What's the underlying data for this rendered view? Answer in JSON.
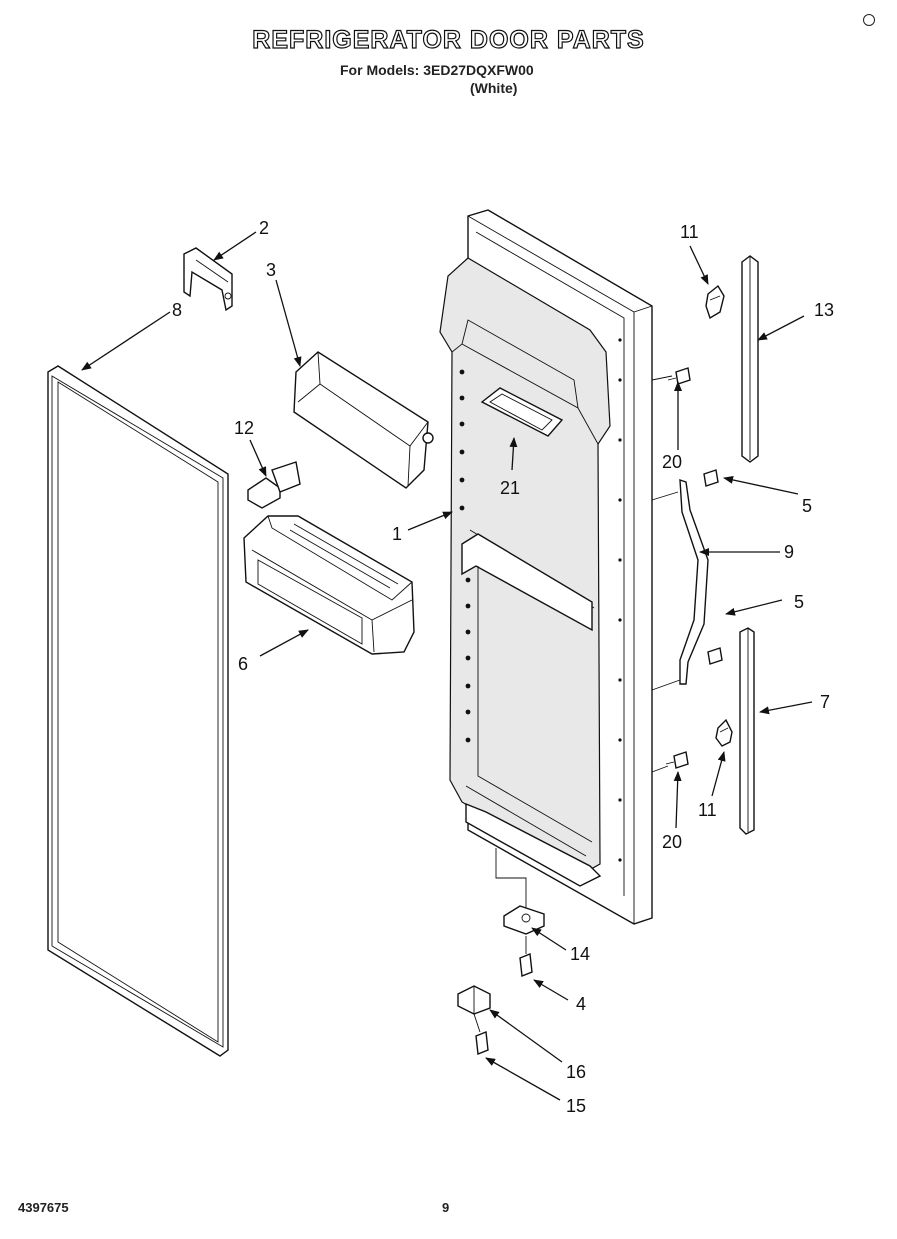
{
  "title": "REFRIGERATOR DOOR PARTS",
  "subtitle": "For Models: 3ED27DQXFW00",
  "color_note": "(White)",
  "footer": {
    "doc_number": "4397675",
    "page": "9"
  },
  "callouts": {
    "c1": "1",
    "c2": "2",
    "c3": "3",
    "c4": "4",
    "c5a": "5",
    "c5b": "5",
    "c6": "6",
    "c7": "7",
    "c8": "8",
    "c9": "9",
    "c11a": "11",
    "c11b": "11",
    "c12": "12",
    "c13": "13",
    "c14": "14",
    "c15": "15",
    "c16": "16",
    "c20a": "20",
    "c20b": "20",
    "c21": "21"
  }
}
